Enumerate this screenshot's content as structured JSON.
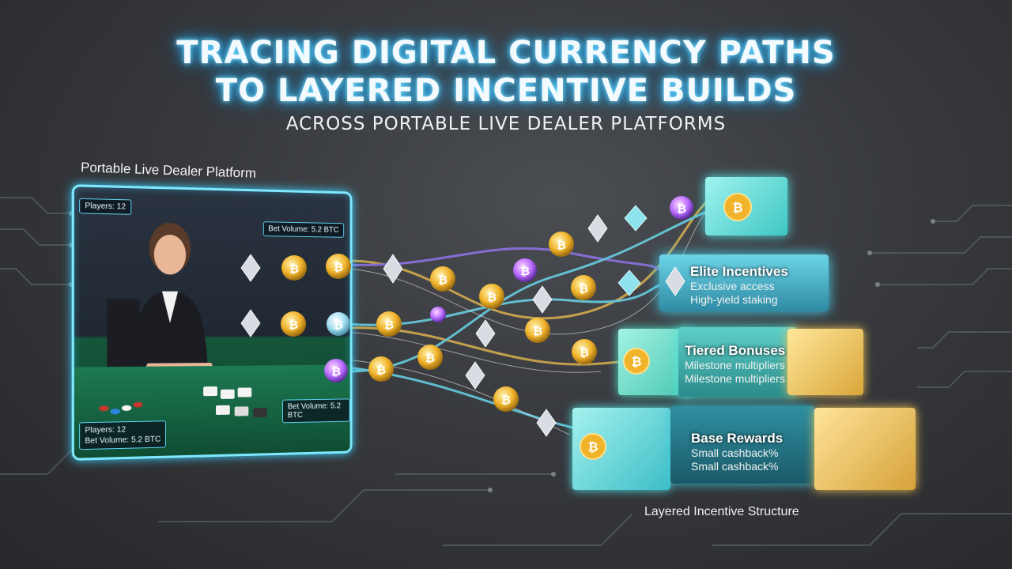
{
  "header": {
    "title_line1": "TRACING DIGITAL CURRENCY PATHS",
    "title_line2": "TO LAYERED INCENTIVE BUILDS",
    "subtitle": "ACROSS PORTABLE LIVE DEALER PLATFORMS"
  },
  "platform": {
    "label": "Portable Live Dealer Platform",
    "players_top": "Players: 12",
    "bet_volume_top": "Bet Volume: 5.2 BTC",
    "bet_volume_mid": "Bet Volume: 5.2 BTC",
    "players_bottom": "Players: 12",
    "bet_volume_bottom": "Bet Volume: 5.2 BTC"
  },
  "tiers": {
    "elite": {
      "title": "Elite Incentives",
      "line1": "Exclusive access",
      "line2": "High-yield staking"
    },
    "tiered": {
      "title": "Tiered Bonuses",
      "line1": "Milestone multipliers",
      "line2": "Milestone multipliers"
    },
    "base": {
      "title": "Base Rewards",
      "line1": "Small cashback%",
      "line2": "Small cashback%"
    }
  },
  "structure_label": "Layered Incentive Structure",
  "colors": {
    "glow": "#2fb8ff",
    "cyan_box": "#5fe3e0",
    "gold_box": "#f2c455",
    "coin_gold": "#f0b32a",
    "coin_purple": "#b86bff",
    "eth_silver": "#d9dde3"
  },
  "icons": {
    "bitcoin": "bitcoin-coin-icon",
    "ethereum": "ethereum-diamond-icon"
  }
}
